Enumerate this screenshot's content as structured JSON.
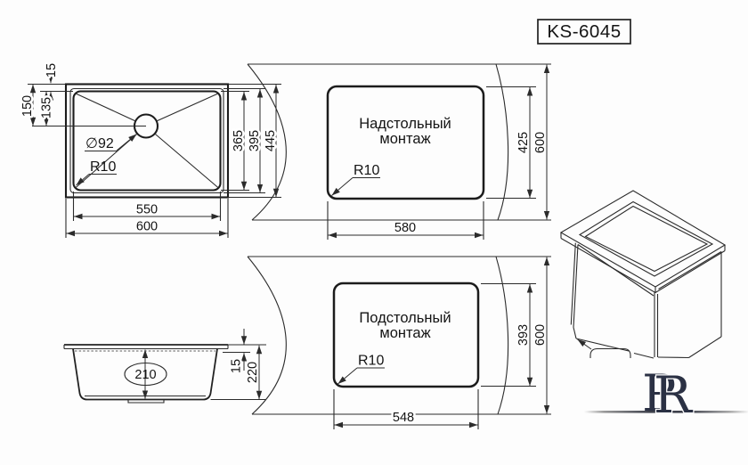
{
  "model_label": "KS-6045",
  "plan_view": {
    "dim_rim": "15",
    "dim_center_from_outer": "150",
    "dim_center_from_inner": "135",
    "dim_inner_depth": "365",
    "dim_flange_depth": "395",
    "dim_overall_depth": "445",
    "dim_inner_width": "550",
    "dim_overall_width": "600",
    "drain_diameter": "∅92",
    "corner_radius": "R10"
  },
  "topmount_view": {
    "title_line1": "Надстольный",
    "title_line2": "монтаж",
    "corner_radius": "R10",
    "dim_cutout_depth": "425",
    "dim_counter_depth": "600",
    "dim_cutout_width": "580"
  },
  "undermount_view": {
    "title_line1": "Подстольный",
    "title_line2": "монтаж",
    "corner_radius": "R10",
    "dim_cutout_depth": "393",
    "dim_counter_depth": "600",
    "dim_cutout_width": "548"
  },
  "side_view": {
    "dim_bowl_depth": "210",
    "dim_rim_height": "15",
    "dim_overall_height": "220"
  },
  "logo": {
    "letter_p": "P",
    "letter_r": "R"
  },
  "colors": {
    "line": "#2b2b2b",
    "logo": "#2b3144"
  }
}
